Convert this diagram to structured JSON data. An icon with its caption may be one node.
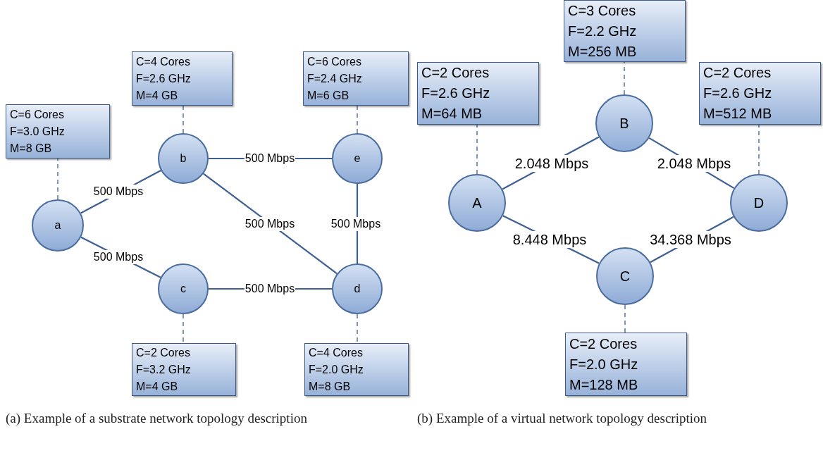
{
  "diagram": {
    "nodes": [
      {
        "text": [
          "C=6 Cores",
          "F=3.0 GHz",
          "M=8 GB"
        ]
      },
      {
        "text": [
          "a"
        ]
      },
      {
        "text": [
          "C=4 Cores",
          "F=2.6 GHz",
          "M=4 GB"
        ]
      },
      {
        "text": [
          "b"
        ]
      },
      {
        "text": [
          "C=6 Cores",
          "F=2.4 GHz",
          "M=6 GB"
        ]
      },
      {
        "text": [
          "e"
        ]
      },
      {
        "text": [
          "c"
        ]
      },
      {
        "text": [
          "C=2 Cores",
          "F=3.2 GHz",
          "M=4 GB"
        ]
      },
      {
        "text": [
          "d"
        ]
      },
      {
        "text": [
          "C=4 Cores",
          "F=2.0 GHz",
          "M=8 GB"
        ]
      },
      {
        "text": [
          "C=3 Cores",
          "F=2.2 GHz",
          "M=256 MB"
        ]
      },
      {
        "text": [
          "C=2 Cores",
          "F=2.6 GHz",
          "M=64 MB"
        ]
      },
      {
        "text": [
          "C=2 Cores",
          "F=2.6 GHz",
          "M=512 MB"
        ]
      },
      {
        "text": [
          "B"
        ]
      },
      {
        "text": [
          "A"
        ]
      },
      {
        "text": [
          "D"
        ]
      },
      {
        "text": [
          "C"
        ]
      },
      {
        "text": [
          "C=2 Cores",
          "F=2.0 GHz",
          "M=128 MB"
        ]
      }
    ],
    "edges": [
      {
        "from": 1,
        "to": 0,
        "arrow": "none",
        "style": "dashed"
      },
      {
        "from": 3,
        "to": 2,
        "arrow": "none",
        "style": "dashed"
      },
      {
        "from": 5,
        "to": 4,
        "arrow": "none",
        "style": "dashed"
      },
      {
        "from": 6,
        "to": 7,
        "arrow": "none",
        "style": "dashed"
      },
      {
        "from": 8,
        "to": 9,
        "arrow": "none",
        "style": "dashed"
      },
      {
        "from": 1,
        "to": 3,
        "arrow": "none",
        "label": "500 Mbps"
      },
      {
        "from": 1,
        "to": 6,
        "arrow": "none",
        "label": "500 Mbps"
      },
      {
        "from": 3,
        "to": 5,
        "arrow": "none",
        "label": "500 Mbps"
      },
      {
        "from": 3,
        "to": 8,
        "arrow": "none",
        "label": "500 Mbps"
      },
      {
        "from": 5,
        "to": 8,
        "arrow": "none",
        "label": "500 Mbps"
      },
      {
        "from": 6,
        "to": 8,
        "arrow": "none",
        "label": "500 Mbps"
      },
      {
        "from": 13,
        "to": 10,
        "arrow": "none",
        "style": "dashed"
      },
      {
        "from": 14,
        "to": 11,
        "arrow": "none",
        "style": "dashed"
      },
      {
        "from": 15,
        "to": 12,
        "arrow": "none",
        "style": "dashed"
      },
      {
        "from": 16,
        "to": 17,
        "arrow": "none",
        "style": "dashed"
      },
      {
        "from": 14,
        "to": 13,
        "arrow": "none",
        "label": "2.048 Mbps"
      },
      {
        "from": 13,
        "to": 15,
        "arrow": "none",
        "label": "2.048 Mbps"
      },
      {
        "from": 14,
        "to": 16,
        "arrow": "none",
        "label": "8.448 Mbps"
      },
      {
        "from": 16,
        "to": 15,
        "arrow": "none",
        "label": "34.368 Mbps"
      }
    ],
    "labels": [
      "(a) Example of a substrate network topology description",
      "(b) Example of a virtual network topology description"
    ]
  }
}
